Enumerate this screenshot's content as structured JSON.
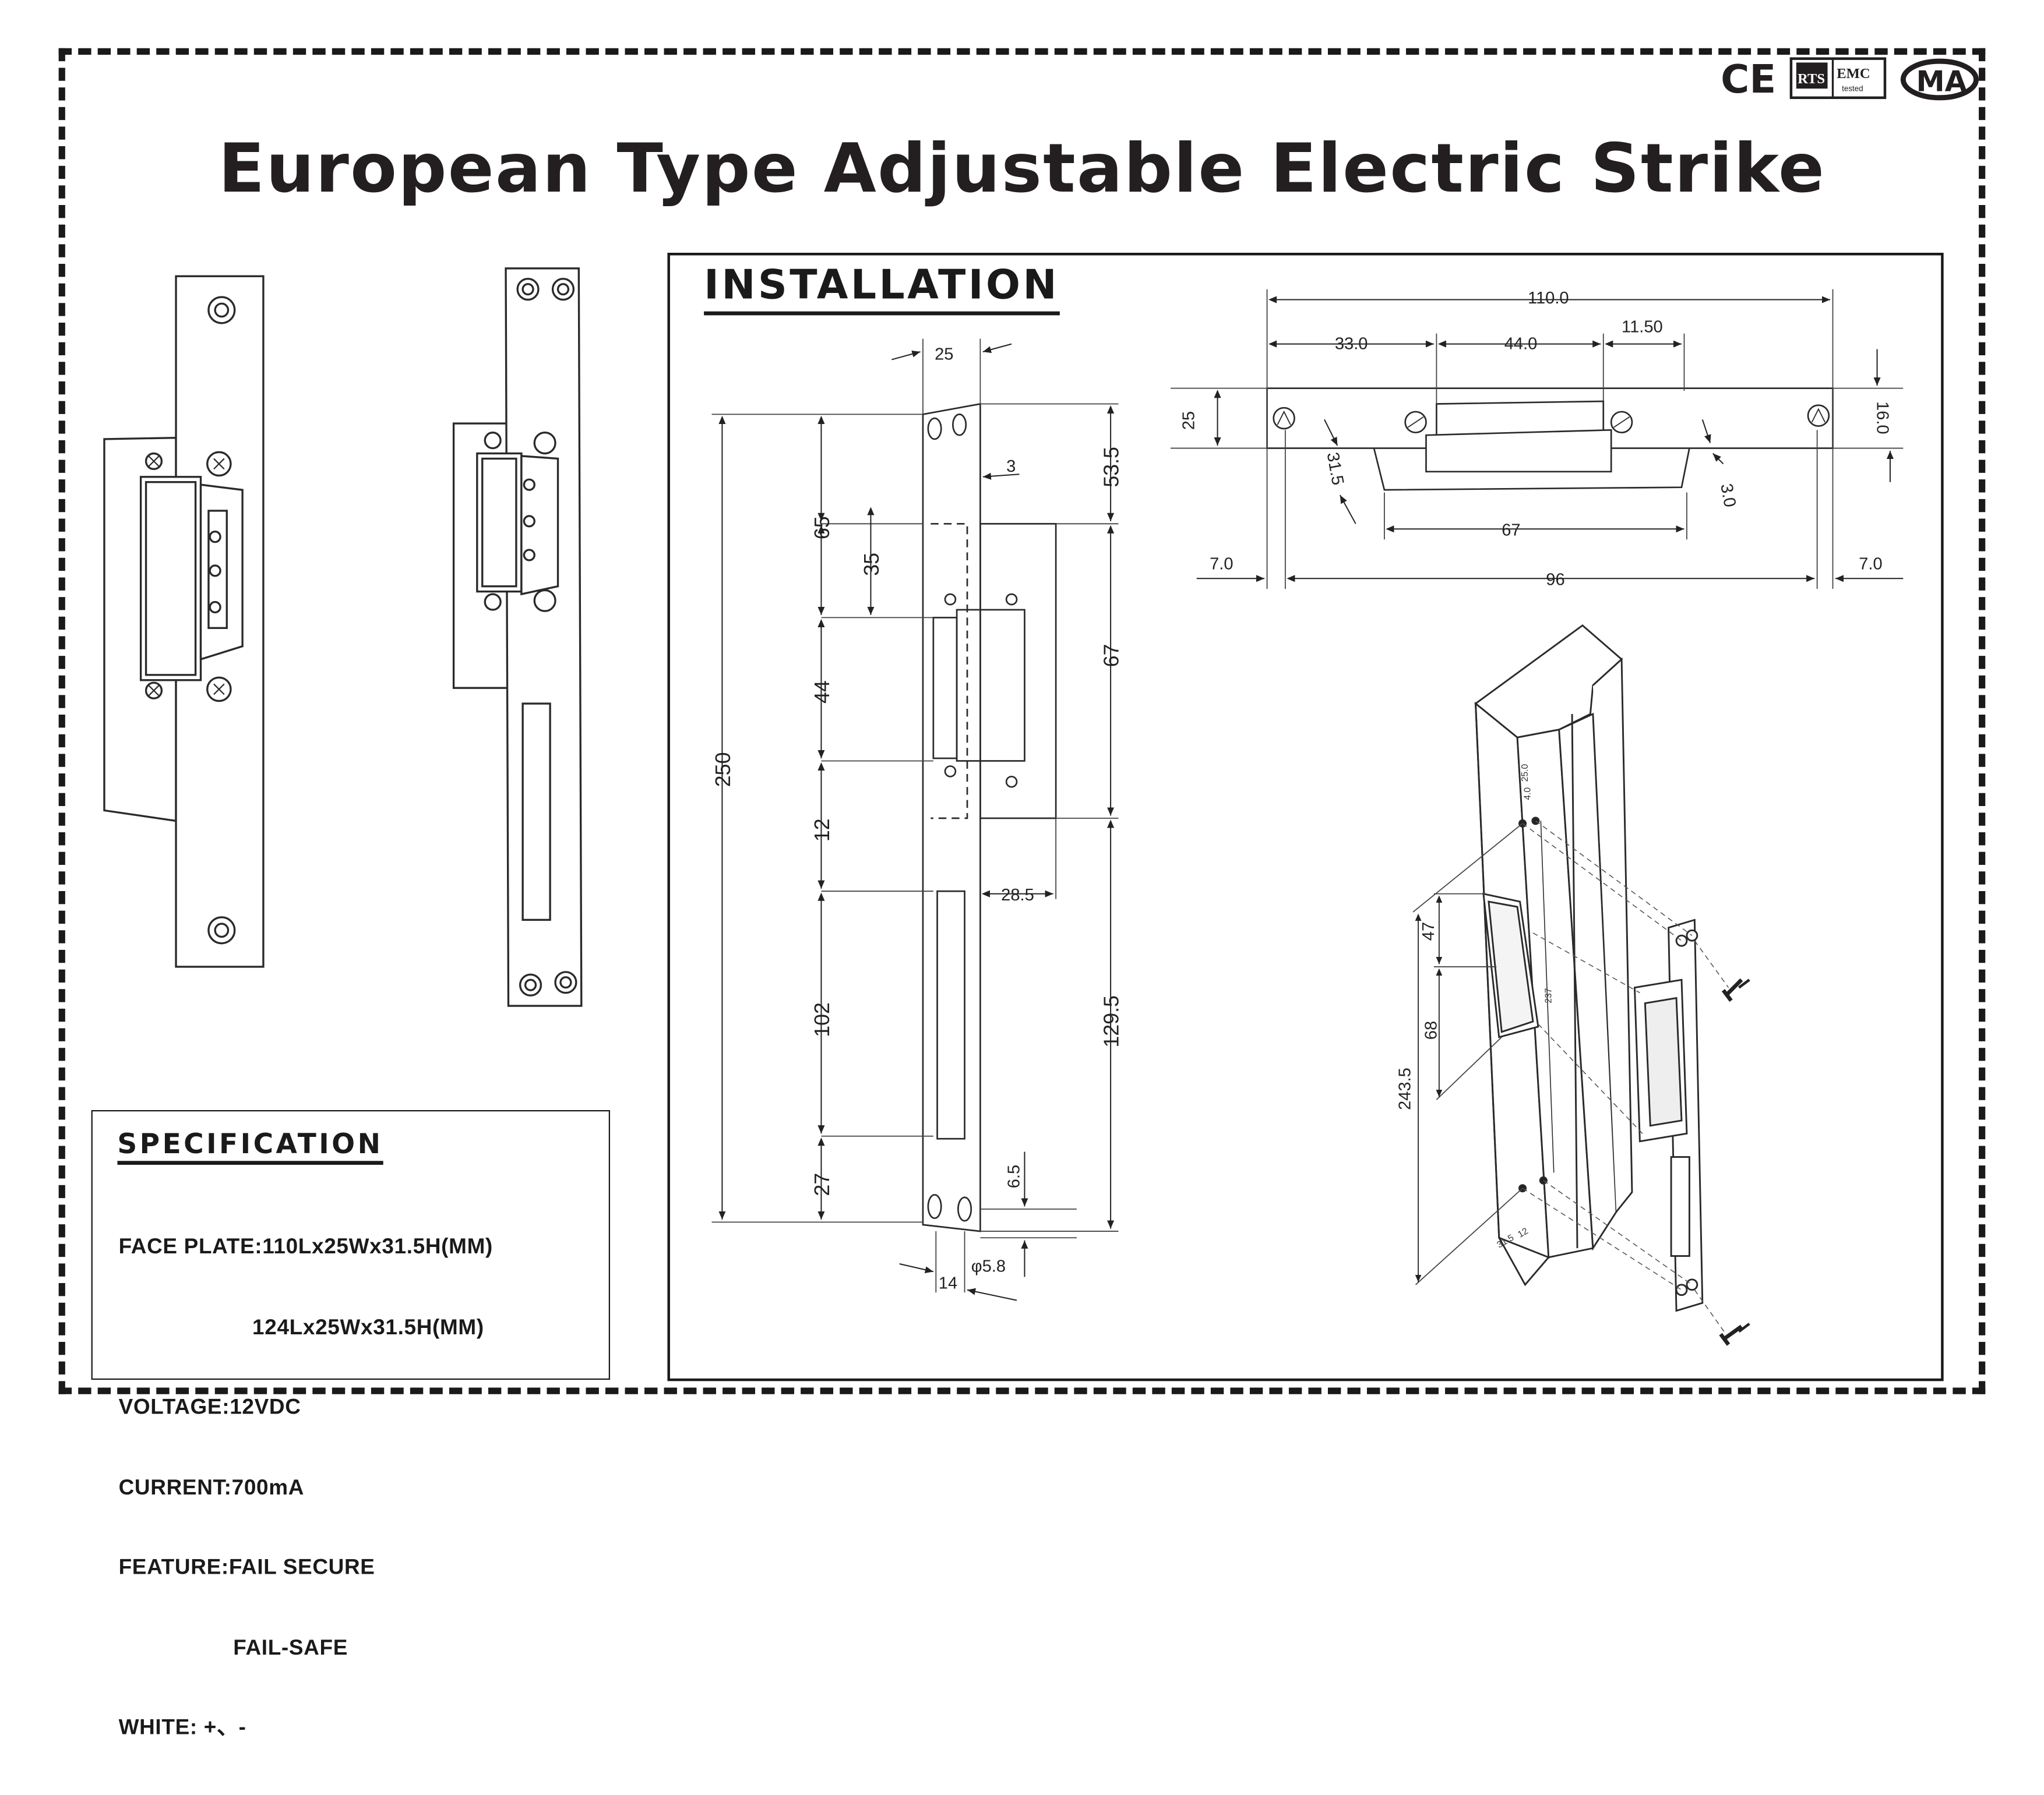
{
  "title": "European Type Adjustable Electric Strike",
  "certifications": {
    "ce": "CE",
    "rts": "RTS",
    "emc": "EMC",
    "emc_sub": "tested",
    "cma": "MA"
  },
  "installation": {
    "heading": "INSTALLATION",
    "front_view_dims": {
      "top_width": "25",
      "total_height": "250",
      "d65": "65",
      "d35": "35",
      "d44": "44",
      "d12": "12",
      "d102": "102",
      "d27": "27",
      "d53_5": "53.5",
      "d67": "67",
      "d129_5": "129.5",
      "d3": "3",
      "d28_5": "28.5",
      "d6_5": "6.5",
      "hole": "φ5.8",
      "d14": "14"
    },
    "top_view_dims": {
      "d110": "110.0",
      "d33": "33.0",
      "d44": "44.0",
      "d11_5": "11.50",
      "d25": "25",
      "d16": "16.0",
      "d31_5": "31.5",
      "d3": "3.0",
      "d67": "67",
      "d7_left": "7.0",
      "d96": "96",
      "d7_right": "7.0"
    },
    "iso_dims": {
      "d47": "47",
      "d68": "68",
      "d243_5": "243.5",
      "d25": "25.0",
      "d4": "4.0",
      "d237": "237",
      "d31_5": "31.5",
      "d12": "12"
    }
  },
  "specification": {
    "heading": "SPECIFICATION",
    "lines": [
      "FACE PLATE:110Lx25Wx31.5H(MM)",
      "                     124Lx25Wx31.5H(MM)",
      "VOLTAGE:12VDC",
      "CURRENT:700mA",
      "FEATURE:FAIL SECURE",
      "                  FAIL-SAFE",
      "WHITE: +、-"
    ]
  }
}
